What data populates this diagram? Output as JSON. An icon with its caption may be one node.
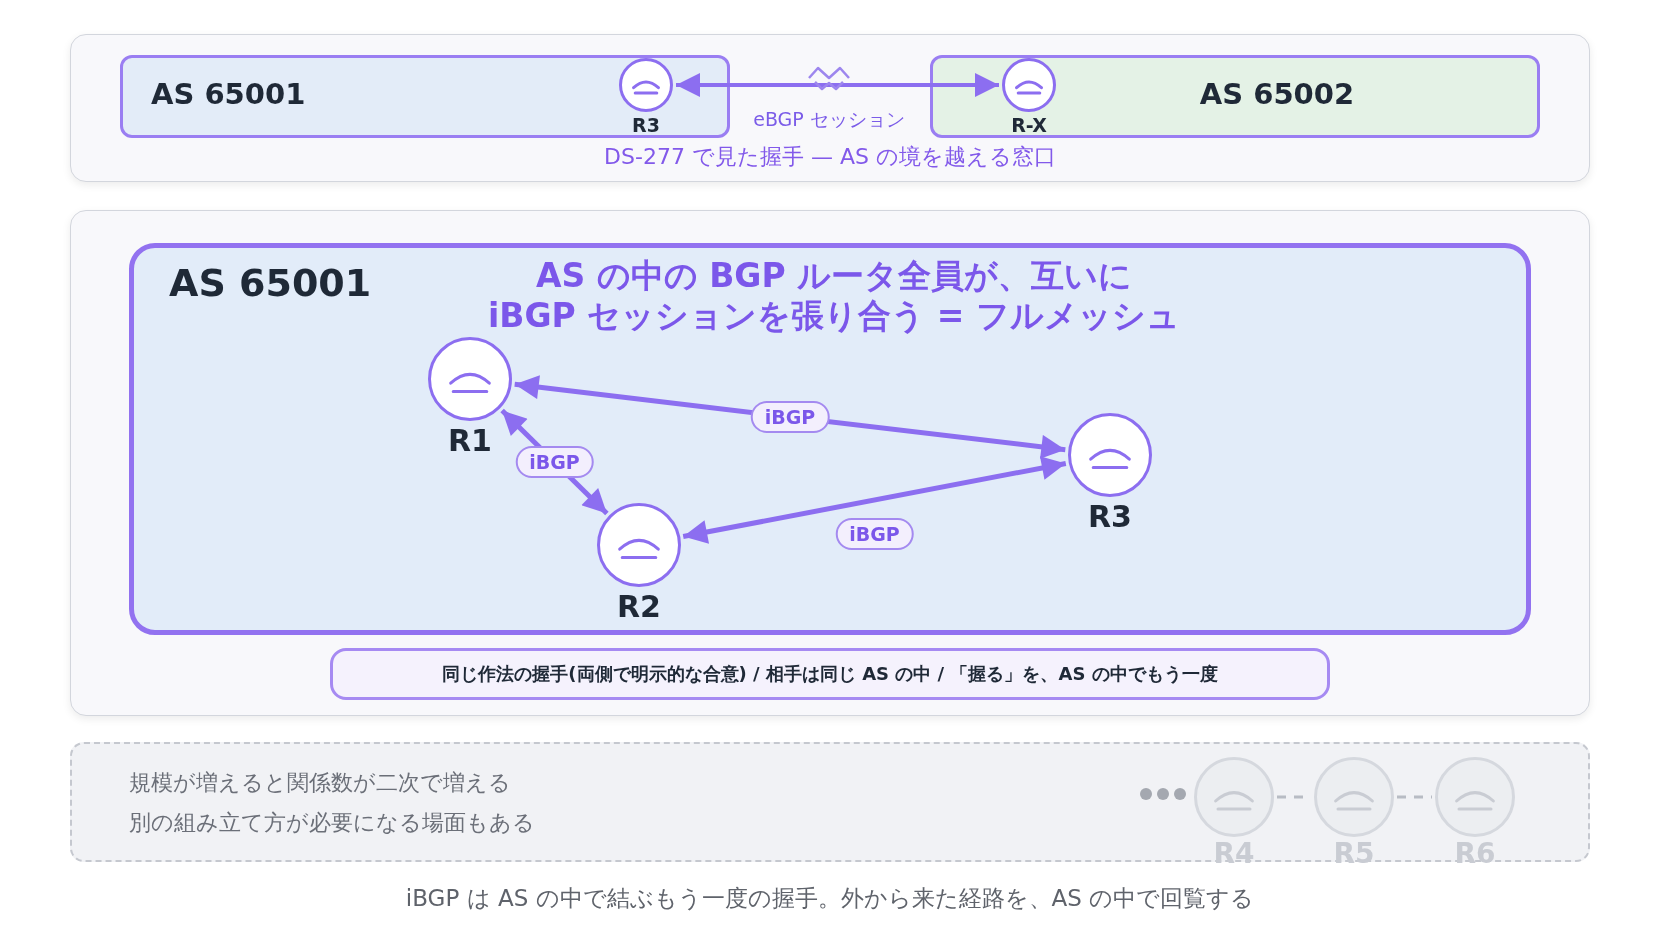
{
  "diagram": {
    "caption": "iBGP は AS の中で結ぶもう一度の握手。外から来た経路を、AS の中で回覧する",
    "nodes": [
      {
        "text": [
          "DS-277 で見た握手 — AS の境を越える窓口"
        ]
      },
      {
        "text": [
          "AS 65001"
        ],
        "in": 0
      },
      {
        "text": [
          "AS 65002"
        ],
        "in": 0
      },
      {
        "text": [
          "R3"
        ],
        "in": 1
      },
      {
        "text": [
          "R-X"
        ],
        "in": 2
      },
      {
        "text": [],
        "shape": "box"
      },
      {
        "text": [
          "AS 65001",
          "AS の中の BGP ルータ全員が、互いに iBGP セッションを張り合う = フルメッシュ"
        ],
        "in": 5
      },
      {
        "text": [
          "R1"
        ],
        "in": 6
      },
      {
        "text": [
          "R2"
        ],
        "in": 6
      },
      {
        "text": [
          "R3"
        ],
        "in": 6
      },
      {
        "text": [
          "同じ作法の握手(両側で明示的な合意) / 相手は同じ AS の中 / 「握る」を、AS の中でもう一度"
        ],
        "in": 5
      },
      {
        "text": [
          "規模が増えると関係数が二次で増える",
          "別の組み立て方が必要になる場面もある"
        ]
      },
      {
        "text": [
          "R4"
        ],
        "in": 11
      },
      {
        "text": [
          "R5"
        ],
        "in": 11
      },
      {
        "text": [
          "R6"
        ],
        "in": 11
      }
    ],
    "edges": [
      {
        "from": 3,
        "to": 4,
        "arrow": "both",
        "label": "eBGP セッション"
      },
      {
        "from": 7,
        "to": 9,
        "arrow": "both",
        "label": "iBGP"
      },
      {
        "from": 7,
        "to": 8,
        "arrow": "both",
        "label": "iBGP"
      },
      {
        "from": 8,
        "to": 9,
        "arrow": "both",
        "label": "iBGP"
      },
      {
        "from": 12,
        "to": 13,
        "arrow": "none",
        "style": "dashed",
        "color": "#b8bcc4"
      },
      {
        "from": 13,
        "to": 14,
        "arrow": "none",
        "style": "dashed",
        "color": "#b8bcc4"
      }
    ]
  }
}
